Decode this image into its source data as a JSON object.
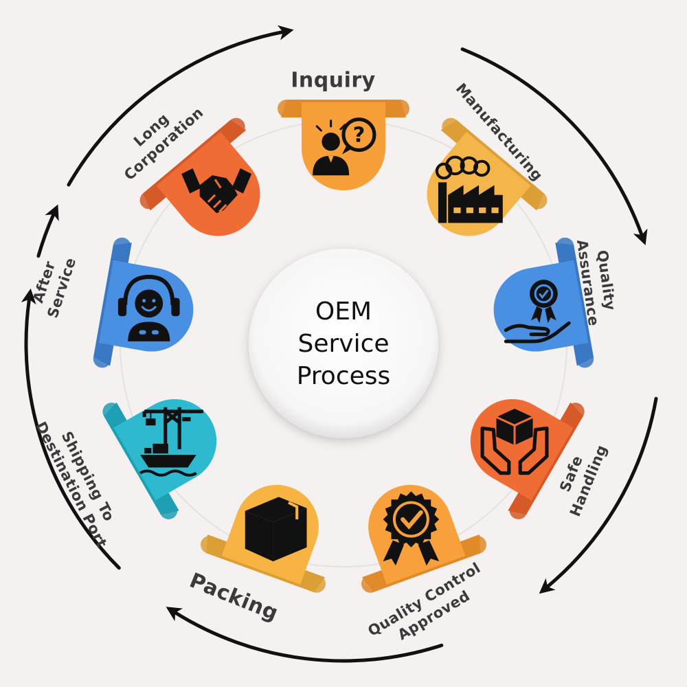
{
  "center": {
    "lines": [
      "OEM",
      "Service",
      "Process"
    ]
  },
  "steps": [
    {
      "id": "inquiry",
      "lines": [
        "Inquiry"
      ],
      "color": "#f7a03a",
      "fold": "#e08a2a",
      "icon": "inquiry-person-question-icon"
    },
    {
      "id": "manufacturing",
      "lines": [
        "Manufacturing"
      ],
      "color": "#f4b64a",
      "fold": "#dc9f35",
      "icon": "factory-icon"
    },
    {
      "id": "quality-assurance",
      "lines": [
        "Quality",
        "Assurance"
      ],
      "color": "#4a90e2",
      "fold": "#3a78c4",
      "icon": "hand-award-icon"
    },
    {
      "id": "safe-handling",
      "lines": [
        "Safe",
        "Handling"
      ],
      "color": "#ef6c35",
      "fold": "#d55a28",
      "icon": "hands-box-icon"
    },
    {
      "id": "quality-control-approved",
      "lines": [
        "Quality Control",
        "Approved"
      ],
      "color": "#f8a13c",
      "fold": "#e08a2a",
      "icon": "badge-check-icon"
    },
    {
      "id": "packing",
      "lines": [
        "Packing"
      ],
      "color": "#f7b442",
      "fold": "#dc9f35",
      "icon": "box-icon"
    },
    {
      "id": "shipping",
      "lines": [
        "Shipping To",
        "Destination Port"
      ],
      "color": "#2dbad0",
      "fold": "#1f9fb3",
      "icon": "ship-crane-icon"
    },
    {
      "id": "after-service",
      "lines": [
        "After",
        "Service"
      ],
      "color": "#4a90e2",
      "fold": "#3a78c4",
      "icon": "headset-support-icon"
    },
    {
      "id": "long-corporation",
      "lines": [
        "Long",
        "Corporation"
      ],
      "color": "#ef6c35",
      "fold": "#d55a28",
      "icon": "handshake-icon"
    }
  ]
}
